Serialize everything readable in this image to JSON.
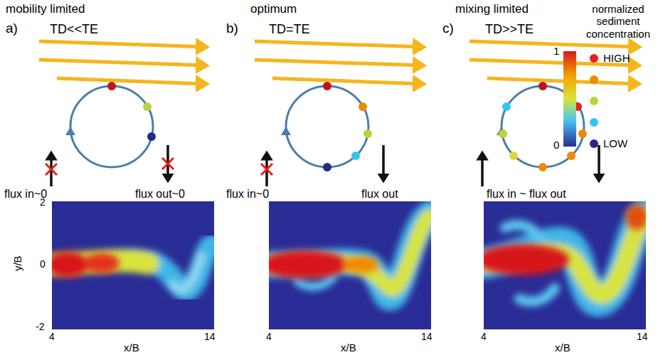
{
  "diagram": {
    "labels": [
      "mobility limited",
      "optimum",
      "mixing limited",
      "a)",
      "TD<<TE",
      "b)",
      "TD=TE",
      "c)",
      "TD>>TE",
      "normalized sediment concentration",
      "1",
      "HIGH",
      "0",
      "LOW",
      "flux in~0",
      "flux out~0",
      "flux in~0",
      "flux out",
      "flux in ~ flux out",
      "y/B",
      "2",
      "0",
      "-2",
      "4",
      "14",
      "x/B",
      "4",
      "14",
      "x/B",
      "4",
      "14",
      "x/B"
    ]
  }
}
